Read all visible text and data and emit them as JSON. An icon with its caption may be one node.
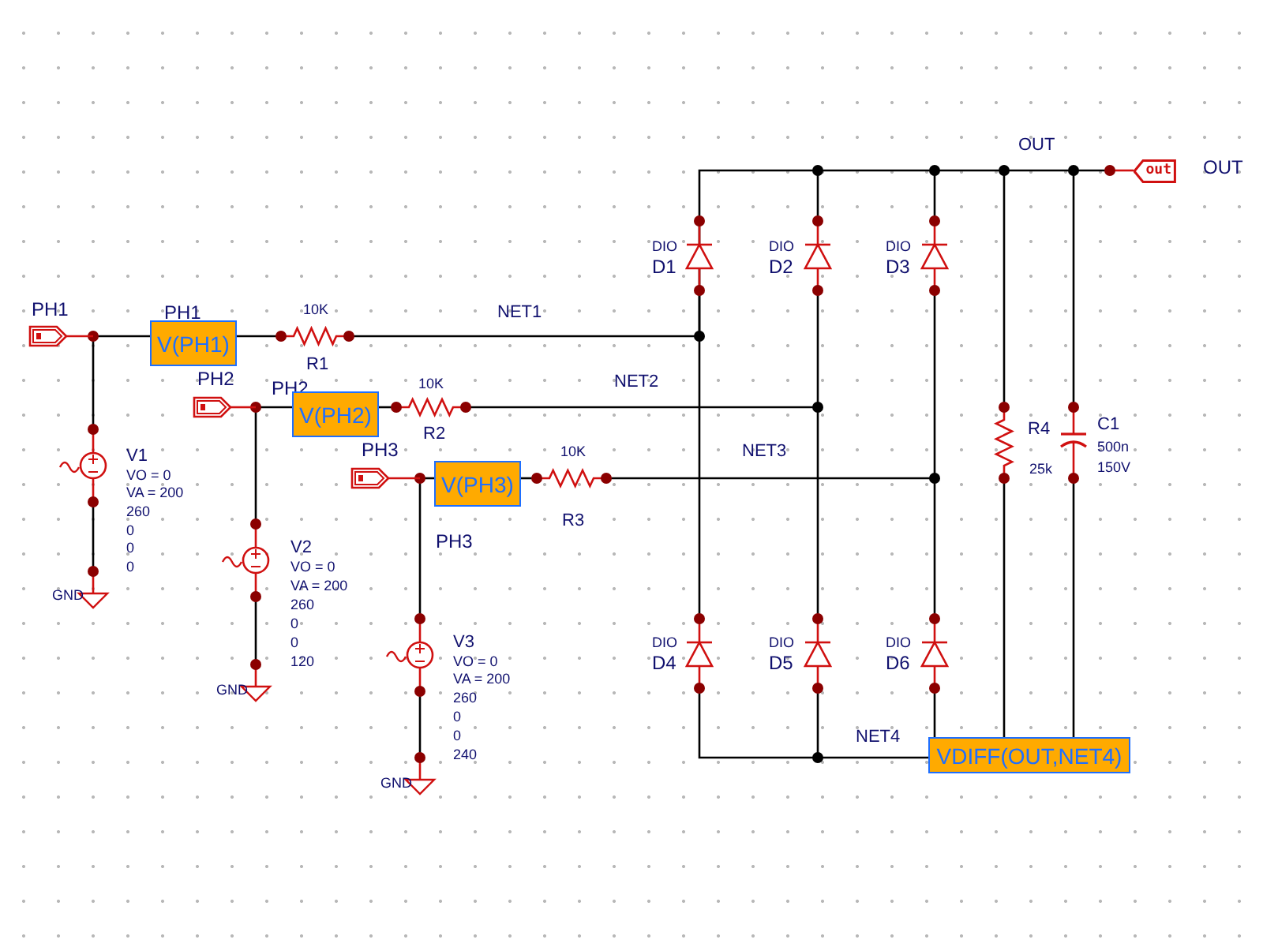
{
  "diagram": {
    "nodes": [
      {
        "text": [
          "V(PH1)"
        ]
      },
      {
        "text": [
          "V(PH2)"
        ]
      },
      {
        "text": [
          "V(PH3)"
        ]
      },
      {
        "text": [
          "VDIFF(OUT,NET4)"
        ]
      },
      {
        "text": [
          "out"
        ],
        "beside": [
          "OUT"
        ]
      }
    ],
    "labels": [
      "OUT",
      "DIO",
      "D1",
      "DIO",
      "D2",
      "DIO",
      "D3",
      "PH1",
      "PH1",
      "10K",
      "NET1",
      "R1",
      "PH2",
      "PH2",
      "10K",
      "NET2",
      "R2",
      "PH3",
      "10K",
      "NET3",
      "R4",
      "25k",
      "C1",
      "500n",
      "150V",
      "R3",
      "V1",
      "VO = 0",
      "VA = 200",
      "260",
      "0",
      "0",
      "0",
      "V2",
      "PH3",
      "VO = 0",
      "VA = 200",
      "260",
      "0",
      "0",
      "120",
      "GND",
      "V3",
      "VO = 0",
      "VA = 200",
      "260",
      "0",
      "0",
      "240",
      "DIO",
      "D4",
      "DIO",
      "D5",
      "DIO",
      "D6",
      "GND",
      "NET4",
      "GND"
    ]
  }
}
